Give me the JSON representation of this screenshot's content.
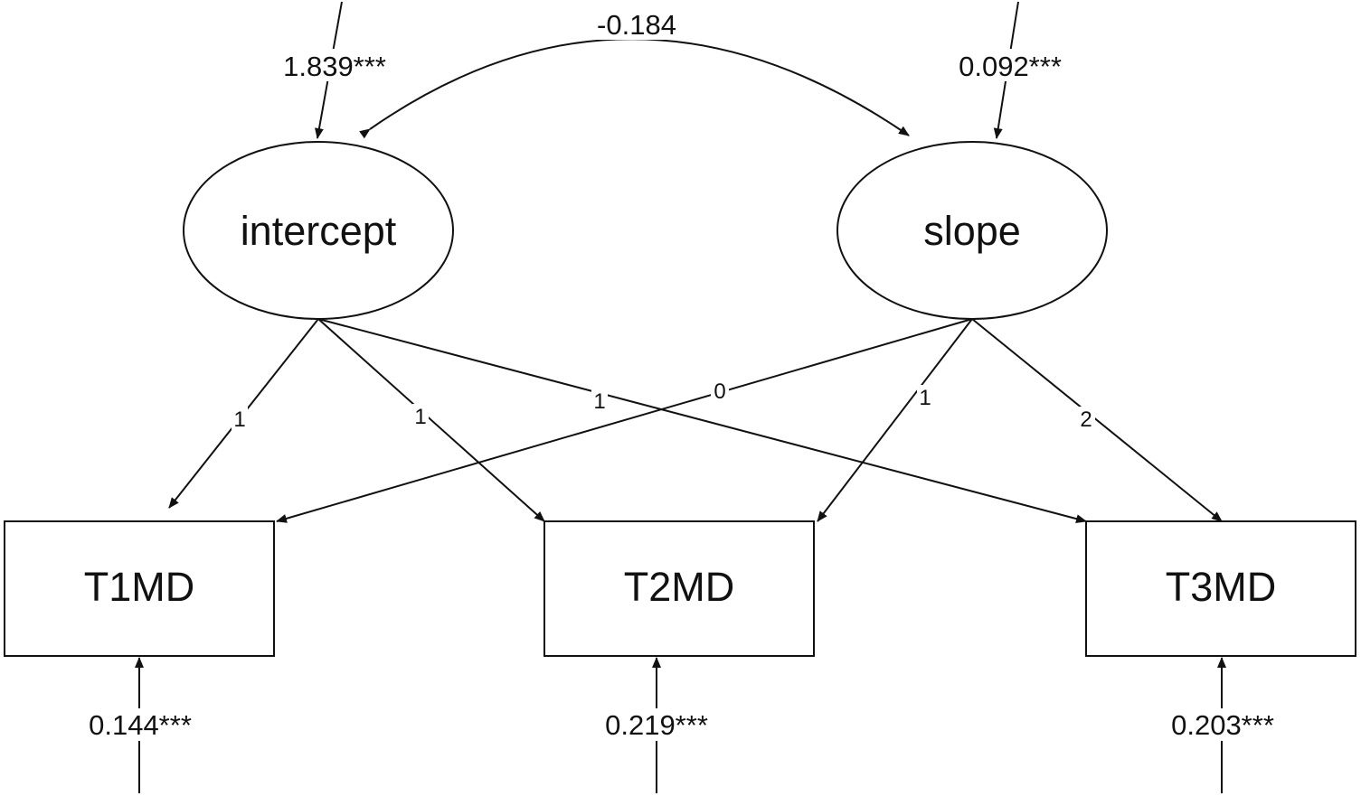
{
  "latent_factors": [
    {
      "id": "intercept",
      "label": "intercept",
      "variance": "1.839***"
    },
    {
      "id": "slope",
      "label": "slope",
      "variance": "0.092***"
    }
  ],
  "observed_variables": [
    {
      "id": "t1md",
      "label": "T1MD",
      "residual_variance": "0.144***"
    },
    {
      "id": "t2md",
      "label": "T2MD",
      "residual_variance": "0.219***"
    },
    {
      "id": "t3md",
      "label": "T3MD",
      "residual_variance": "0.203***"
    }
  ],
  "covariance": {
    "between": [
      "intercept",
      "slope"
    ],
    "value": "-0.184"
  },
  "loadings": [
    {
      "from": "intercept",
      "to": "t1md",
      "value": "1"
    },
    {
      "from": "intercept",
      "to": "t2md",
      "value": "1"
    },
    {
      "from": "intercept",
      "to": "t3md",
      "value": "1"
    },
    {
      "from": "slope",
      "to": "t1md",
      "value": "0"
    },
    {
      "from": "slope",
      "to": "t2md",
      "value": "1"
    },
    {
      "from": "slope",
      "to": "t3md",
      "value": "2"
    }
  ],
  "colors": {
    "stroke": "#111111",
    "background": "#ffffff"
  }
}
